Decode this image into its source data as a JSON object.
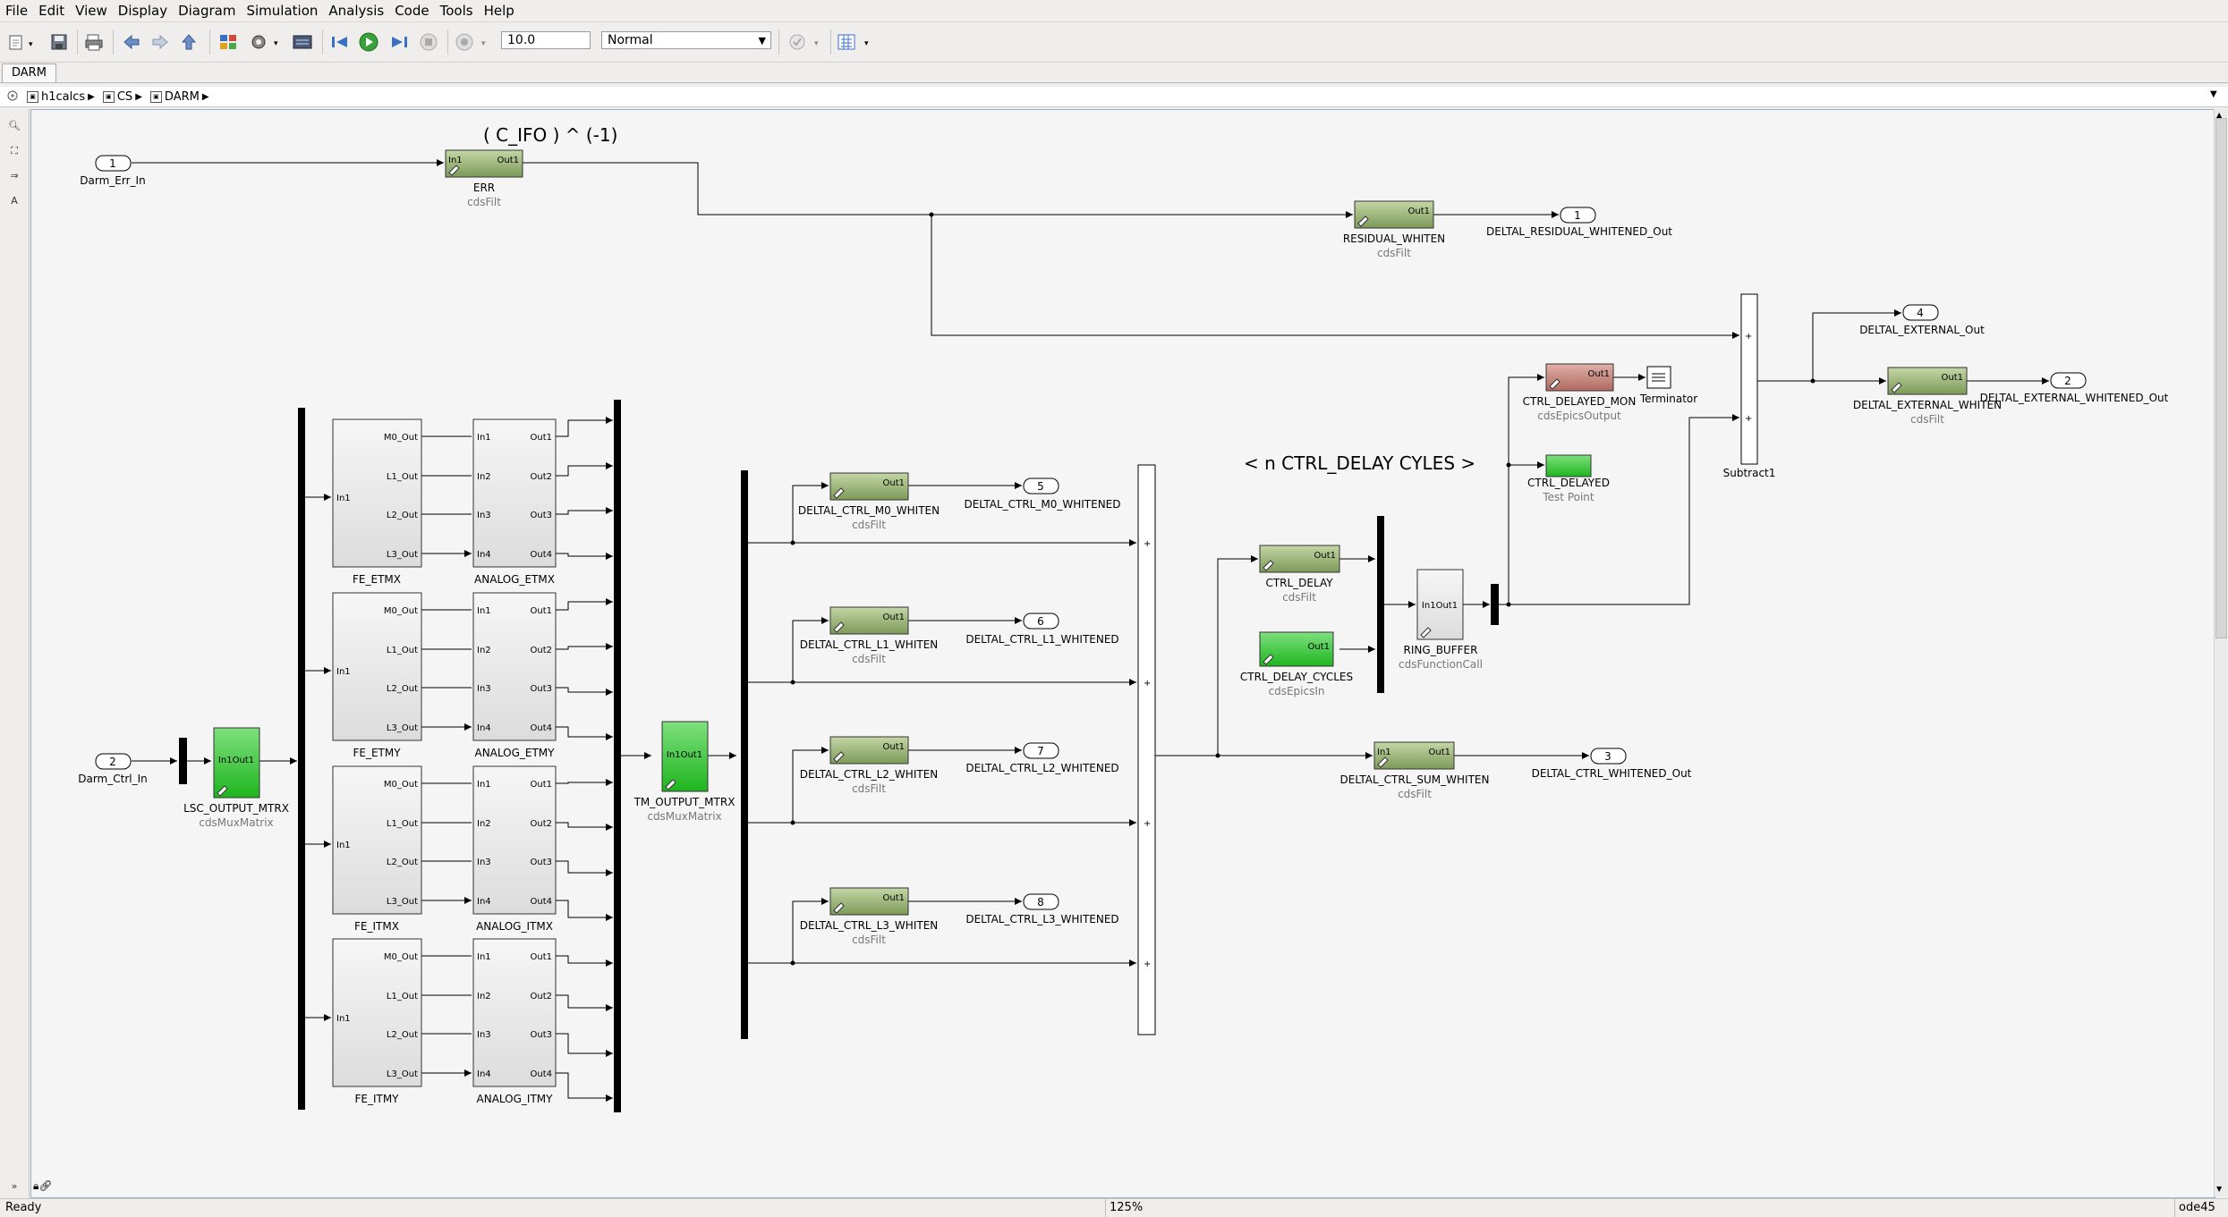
{
  "menu": [
    "File",
    "Edit",
    "View",
    "Display",
    "Diagram",
    "Simulation",
    "Analysis",
    "Code",
    "Tools",
    "Help"
  ],
  "toolbar": {
    "stop_time": "10.0",
    "sim_mode": "Normal"
  },
  "tab": {
    "label": "DARM"
  },
  "breadcrumb": [
    "h1calcs",
    "CS",
    "DARM"
  ],
  "annotations": {
    "gain_note": "( C_IFO ) ^ (-1)",
    "delay_note": "< n CTRL_DELAY CYLES  >"
  },
  "ports": {
    "in1": {
      "num": "1",
      "name": "Darm_Err_In"
    },
    "in2": {
      "num": "2",
      "name": "Darm_Ctrl_In"
    },
    "out1": {
      "num": "1",
      "name": "DELTAL_RESIDUAL_WHITENED_Out"
    },
    "out2": {
      "num": "2",
      "name": "DELTAL_EXTERNAL_WHITENED_Out"
    },
    "out3": {
      "num": "3",
      "name": "DELTAL_CTRL_WHITENED_Out"
    },
    "out4": {
      "num": "4",
      "name": "DELTAL_EXTERNAL_Out"
    },
    "out5": {
      "num": "5",
      "name": "DELTAL_CTRL_M0_WHITENED"
    },
    "out6": {
      "num": "6",
      "name": "DELTAL_CTRL_L1_WHITENED"
    },
    "out7": {
      "num": "7",
      "name": "DELTAL_CTRL_L2_WHITENED"
    },
    "out8": {
      "num": "8",
      "name": "DELTAL_CTRL_L3_WHITENED"
    }
  },
  "blocks": {
    "err": {
      "name": "ERR",
      "type": "cdsFilt",
      "port_in": "In1",
      "port_out": "Out1"
    },
    "residual_whiten": {
      "name": "RESIDUAL_WHITEN",
      "type": "cdsFilt"
    },
    "lsc_output_mtrx": {
      "name": "LSC_OUTPUT_MTRX",
      "type": "cdsMuxMatrix",
      "port_label": "In1Out1"
    },
    "tm_output_mtrx": {
      "name": "TM_OUTPUT_MTRX",
      "type": "cdsMuxMatrix",
      "port_label": "In1Out1"
    },
    "ctrl_m0_whiten": {
      "name": "DELTAL_CTRL_M0_WHITEN",
      "type": "cdsFilt"
    },
    "ctrl_l1_whiten": {
      "name": "DELTAL_CTRL_L1_WHITEN",
      "type": "cdsFilt"
    },
    "ctrl_l2_whiten": {
      "name": "DELTAL_CTRL_L2_WHITEN",
      "type": "cdsFilt"
    },
    "ctrl_l3_whiten": {
      "name": "DELTAL_CTRL_L3_WHITEN",
      "type": "cdsFilt"
    },
    "ctrl_delay": {
      "name": "CTRL_DELAY",
      "type": "cdsFilt"
    },
    "ctrl_delay_cycles": {
      "name": "CTRL_DELAY_CYCLES",
      "type": "cdsEpicsIn"
    },
    "ring_buffer": {
      "name": "RING_BUFFER",
      "type": "cdsFunctionCall",
      "port_label": "In1Out1"
    },
    "ctrl_delayed_mon": {
      "name": "CTRL_DELAYED_MON",
      "type": "cdsEpicsOutput"
    },
    "terminator": {
      "name": "Terminator"
    },
    "ctrl_delayed": {
      "name": "CTRL_DELAYED",
      "type": "Test Point"
    },
    "ctrl_sum_whiten": {
      "name": "DELTAL_CTRL_SUM_WHITEN",
      "type": "cdsFilt"
    },
    "external_whiten": {
      "name": "DELTAL_EXTERNAL_WHITEN",
      "type": "cdsFilt"
    },
    "subtract1": {
      "name": "Subtract1",
      "sign": "+"
    }
  },
  "subsystems": {
    "port_in": "In1",
    "ports_out": [
      "M0_Out",
      "L1_Out",
      "L2_Out",
      "L3_Out"
    ],
    "analog_in": [
      "In1",
      "In2",
      "In3",
      "In4"
    ],
    "analog_out": [
      "Out1",
      "Out2",
      "Out3",
      "Out4"
    ],
    "fe": [
      "FE_ETMX",
      "FE_ETMY",
      "FE_ITMX",
      "FE_ITMY"
    ],
    "analog": [
      "ANALOG_ETMX",
      "ANALOG_ETMY",
      "ANALOG_ITMX",
      "ANALOG_ITMY"
    ]
  },
  "status": {
    "ready": "Ready",
    "zoom": "125%",
    "solver": "ode45"
  }
}
